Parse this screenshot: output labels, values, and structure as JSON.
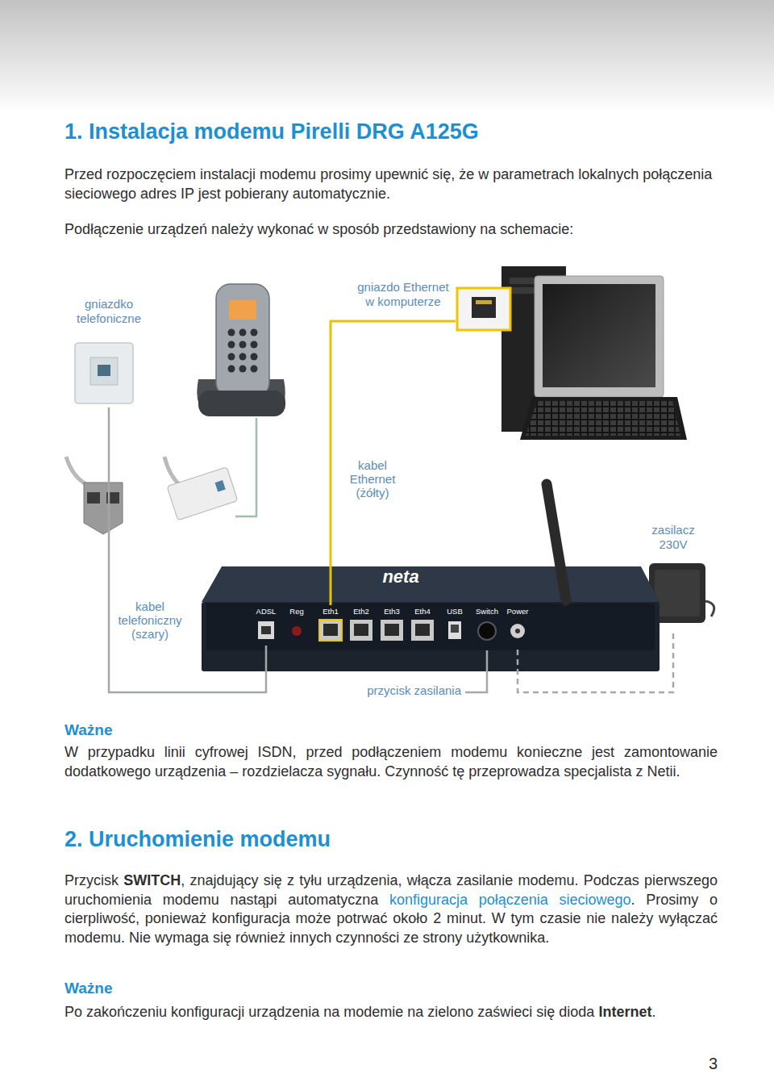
{
  "diagram": {
    "title": "1. Instalacja modemu Pirelli DRG A125G",
    "nodes": [
      {
        "text": [
          "gniazdko telefoniczne"
        ]
      },
      {
        "text": [
          "gniazdo Ethernet w komputerze"
        ]
      },
      {
        "text": [
          "zasilacz 230V"
        ]
      },
      {
        "text": [
          "neta"
        ]
      },
      {
        "text": [
          "ADSL"
        ],
        "in": 3
      },
      {
        "text": [
          "Reg"
        ],
        "in": 3
      },
      {
        "text": [
          "Eth1"
        ],
        "in": 3
      },
      {
        "text": [
          "Eth2"
        ],
        "in": 3
      },
      {
        "text": [
          "Eth3"
        ],
        "in": 3
      },
      {
        "text": [
          "Eth4"
        ],
        "in": 3
      },
      {
        "text": [
          "USB"
        ],
        "in": 3
      },
      {
        "text": [
          "Switch"
        ],
        "in": 3
      },
      {
        "text": [
          "Power"
        ],
        "in": 3
      }
    ],
    "edges": [
      {
        "from": 0,
        "to": 4,
        "label": "kabel telefoniczny (szary)",
        "arrow": "none"
      },
      {
        "from": 1,
        "to": 6,
        "label": "kabel Ethernet (żółty)",
        "arrow": "none"
      },
      {
        "from": 2,
        "to": 12,
        "arrow": "none"
      }
    ],
    "labels": [
      "Przed rozpoczęciem instalacji modemu prosimy upewnić się, że w parametrach lokalnych połączenia sieciowego adres IP jest pobierany automatycznie.",
      "Podłączenie urządzeń należy wykonać w sposób przedstawiony na schemacie:",
      "przycisk zasilania",
      "Ważne",
      "W przypadku linii cyfrowej ISDN, przed podłączeniem modemu konieczne jest zamontowanie dodatkowego urządzenia – rozdzielacza sygnału. Czynność tę przeprowadza specjalista z Netii.",
      "2. Uruchomienie modemu",
      "Przycisk",
      "SWITCH",
      ", znajdujący się z tyłu urządzenia, włącza zasilanie modemu. Podczas pierwszego uruchomienia modemu nastąpi automatyczna",
      "konfiguracja połączenia sieciowego",
      ". Prosimy o cierpliwość, ponieważ konfiguracja może potrwać około 2 minut. W tym czasie nie należy wyłączać modemu. Nie wymaga się również innych czynności ze strony użytkownika.",
      "Ważne",
      "Po zakończeniu konfiguracji urządzenia na modemie na zielono zaświeci się dioda",
      "Internet",
      ".",
      "3"
    ]
  }
}
